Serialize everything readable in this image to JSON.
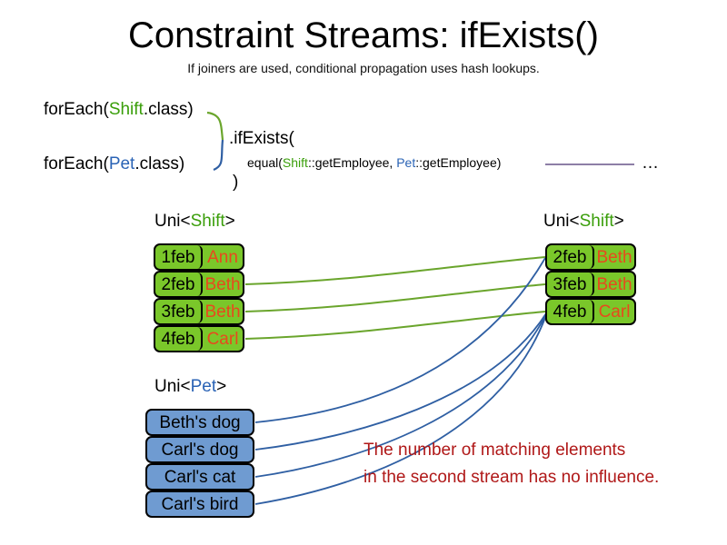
{
  "slide": {
    "title": "Constraint Streams: ifExists()",
    "subtitle": "If joiners are used, conditional propagation uses hash lookups."
  },
  "code": {
    "for_each_shift": {
      "prefix": "forEach(",
      "type": "Shift",
      "suffix": ".class)"
    },
    "for_each_pet": {
      "prefix": "forEach(",
      "type": "Pet",
      "suffix": ".class)"
    },
    "if_exists": ".ifExists(",
    "equal": {
      "prefix": "equal(",
      "left_type": "Shift",
      "left_method": "::getEmployee, ",
      "right_type": "Pet",
      "right_method": "::getEmployee)"
    },
    "close_paren": ")",
    "ellipsis": "…"
  },
  "streams": {
    "left_shift": {
      "label_prefix": "Uni<",
      "label_type": "Shift",
      "label_suffix": ">",
      "rows": [
        {
          "date": "1feb",
          "name": "Ann"
        },
        {
          "date": "2feb",
          "name": "Beth"
        },
        {
          "date": "3feb",
          "name": "Beth"
        },
        {
          "date": "4feb",
          "name": "Carl"
        }
      ]
    },
    "right_shift": {
      "label_prefix": "Uni<",
      "label_type": "Shift",
      "label_suffix": ">",
      "rows": [
        {
          "date": "2feb",
          "name": "Beth"
        },
        {
          "date": "3feb",
          "name": "Beth"
        },
        {
          "date": "4feb",
          "name": "Carl"
        }
      ]
    },
    "pet": {
      "label_prefix": "Uni<",
      "label_type": "Pet",
      "label_suffix": ">",
      "rows": [
        {
          "name": "Beth's dog"
        },
        {
          "name": "Carl's dog"
        },
        {
          "name": "Carl's cat"
        },
        {
          "name": "Carl's bird"
        }
      ]
    }
  },
  "annotation": {
    "line1": "The number of matching elements",
    "line2": "in the second stream has no influence."
  },
  "colors": {
    "shift_green": "#7ac72a",
    "shift_type_text": "#3a9e0a",
    "pet_blue": "#6f9bd1",
    "pet_type_text": "#2a63b5",
    "name_orange": "#e8491d",
    "annotation_red": "#b01818",
    "green_wire": "#6aa52c",
    "blue_wire": "#2f5fa3",
    "tail_line": "#8d7ea6"
  }
}
